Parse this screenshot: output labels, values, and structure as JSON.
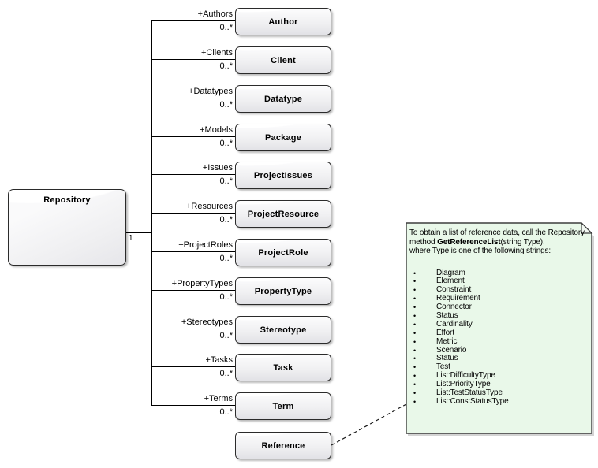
{
  "diagram": {
    "repository": {
      "label": "Repository"
    },
    "multiplicity_one": "1",
    "rows": [
      {
        "role": "+Authors",
        "mult": "0..*",
        "name": "Author"
      },
      {
        "role": "+Clients",
        "mult": "0..*",
        "name": "Client"
      },
      {
        "role": "+Datatypes",
        "mult": "0..*",
        "name": "Datatype"
      },
      {
        "role": "+Models",
        "mult": "0..*",
        "name": "Package"
      },
      {
        "role": "+Issues",
        "mult": "0..*",
        "name": "ProjectIssues"
      },
      {
        "role": "+Resources",
        "mult": "0..*",
        "name": "ProjectResource"
      },
      {
        "role": "+ProjectRoles",
        "mult": "0..*",
        "name": "ProjectRole"
      },
      {
        "role": "+PropertyTypes",
        "mult": "0..*",
        "name": "PropertyType"
      },
      {
        "role": "+Stereotypes",
        "mult": "0..*",
        "name": "Stereotype"
      },
      {
        "role": "+Tasks",
        "mult": "0..*",
        "name": "Task"
      },
      {
        "role": "+Terms",
        "mult": "0..*",
        "name": "Term"
      }
    ],
    "reference": {
      "label": "Reference"
    }
  },
  "note": {
    "line1": "To obtain a list of reference data, call the Repository",
    "line2_pre": "method ",
    "line2_bold": "GetReferenceList",
    "line2_post": "(string Type),",
    "line3": "where Type is one of the following strings:",
    "bullet_char": "•",
    "bullets": [
      "Diagram",
      "Element",
      "Constraint",
      "Requirement",
      "Connector",
      "Status",
      "Cardinality",
      "Effort",
      "Metric",
      "Scenario",
      "Status",
      "Test",
      "List:DifficultyType",
      "List:PriorityType",
      "List:TestStatusType",
      "List:ConstStatusType"
    ]
  },
  "colors": {
    "note_fill": "#e9f8e9",
    "note_border": "#3d3d3d",
    "box_border": "#2b2b2b",
    "connector_line": "#000000",
    "shadow": "#c4c4c4"
  }
}
